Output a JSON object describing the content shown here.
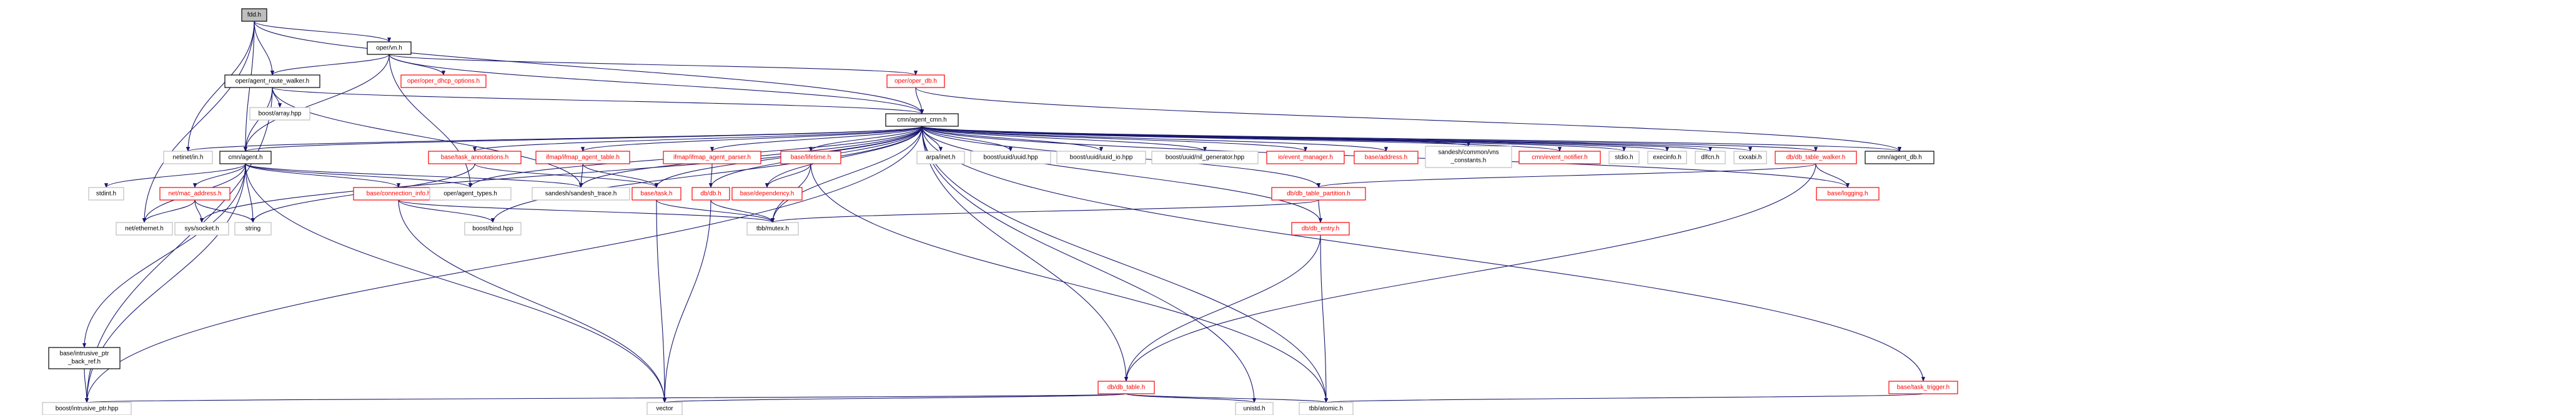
{
  "colors": {
    "edge": "#191970",
    "root_fill": "#bfbfbf",
    "documented_border": "#000000",
    "undocumented_border": "#bfbfbf",
    "red_border": "#ff0000",
    "red_text": "#ff0000",
    "text": "#000000"
  },
  "nodes": [
    {
      "id": "root",
      "label": "fdd.h",
      "style": "root"
    },
    {
      "id": "vn",
      "label": "oper/vn.h",
      "style": "doc"
    },
    {
      "id": "route_walker",
      "label": "oper/agent_route_walker.h",
      "style": "doc"
    },
    {
      "id": "dhcp",
      "label": "oper/oper_dhcp_options.h",
      "style": "red"
    },
    {
      "id": "oper_db",
      "label": "oper/oper_db.h",
      "style": "red"
    },
    {
      "id": "boost_array",
      "label": "boost/array.hpp",
      "style": "ext"
    },
    {
      "id": "cmn_agent_cmn",
      "label": "cmn/agent_cmn.h",
      "style": "doc"
    },
    {
      "id": "netinet_in",
      "label": "netinet/in.h",
      "style": "ext"
    },
    {
      "id": "cmn_agent",
      "label": "cmn/agent.h",
      "style": "doc"
    },
    {
      "id": "task_annotations",
      "label": "base/task_annotations.h",
      "style": "red"
    },
    {
      "id": "ifmap_agent_table",
      "label": "ifmap/ifmap_agent_table.h",
      "style": "red"
    },
    {
      "id": "ifmap_parser",
      "label": "ifmap/ifmap_agent_parser.h",
      "style": "red"
    },
    {
      "id": "lifetime",
      "label": "base/lifetime.h",
      "style": "red"
    },
    {
      "id": "arpa_inet",
      "label": "arpa/inet.h",
      "style": "ext"
    },
    {
      "id": "uuid",
      "label": "boost/uuid/uuid.hpp",
      "style": "ext"
    },
    {
      "id": "uuid_io",
      "label": "boost/uuid/uuid_io.hpp",
      "style": "ext"
    },
    {
      "id": "uuid_gen",
      "label": "boost/uuid/nil_generator.hpp",
      "style": "ext"
    },
    {
      "id": "io_event",
      "label": "io/event_manager.h",
      "style": "red"
    },
    {
      "id": "base_address",
      "label": "base/address.h",
      "style": "red"
    },
    {
      "id": "sandesh_const",
      "label": "sandesh/common/vns_constants.h",
      "style": "ext",
      "lines": [
        "sandesh/common/vns",
        "_constants.h"
      ]
    },
    {
      "id": "event_notifier",
      "label": "cmn/event_notifier.h",
      "style": "red"
    },
    {
      "id": "stdio",
      "label": "stdio.h",
      "style": "ext"
    },
    {
      "id": "execinfo",
      "label": "execinfo.h",
      "style": "ext"
    },
    {
      "id": "dlfcn",
      "label": "dlfcn.h",
      "style": "ext"
    },
    {
      "id": "cxxabi",
      "label": "cxxabi.h",
      "style": "ext"
    },
    {
      "id": "db_walker",
      "label": "db/db_table_walker.h",
      "style": "red"
    },
    {
      "id": "cmn_agent_db",
      "label": "cmn/agent_db.h",
      "style": "doc"
    },
    {
      "id": "stdint",
      "label": "stdint.h",
      "style": "ext"
    },
    {
      "id": "mac_address",
      "label": "net/mac_address.h",
      "style": "red"
    },
    {
      "id": "connection_info",
      "label": "base/connection_info.h",
      "style": "red"
    },
    {
      "id": "agent_types",
      "label": "oper/agent_types.h",
      "style": "ext"
    },
    {
      "id": "sandesh_trace",
      "label": "sandesh/sandesh_trace.h",
      "style": "ext"
    },
    {
      "id": "base_task",
      "label": "base/task.h",
      "style": "red"
    },
    {
      "id": "db_db",
      "label": "db/db.h",
      "style": "red"
    },
    {
      "id": "base_dependency",
      "label": "base/dependency.h",
      "style": "red"
    },
    {
      "id": "db_partition",
      "label": "db/db_table_partition.h",
      "style": "red"
    },
    {
      "id": "base_logging",
      "label": "base/logging.h",
      "style": "red"
    },
    {
      "id": "net_ethernet",
      "label": "net/ethernet.h",
      "style": "ext"
    },
    {
      "id": "sys_socket",
      "label": "sys/socket.h",
      "style": "ext"
    },
    {
      "id": "string",
      "label": "string",
      "style": "ext"
    },
    {
      "id": "boost_bind",
      "label": "boost/bind.hpp",
      "style": "ext"
    },
    {
      "id": "tbb_mutex",
      "label": "tbb/mutex.h",
      "style": "ext"
    },
    {
      "id": "db_entry",
      "label": "db/db_entry.h",
      "style": "red"
    },
    {
      "id": "intrusive_ref",
      "label": "base/intrusive_ptr_back_ref.h",
      "style": "doc",
      "lines": [
        "base/intrusive_ptr",
        "_back_ref.h"
      ]
    },
    {
      "id": "db_table",
      "label": "db/db_table.h",
      "style": "red"
    },
    {
      "id": "task_trigger",
      "label": "base/task_trigger.h",
      "style": "red"
    },
    {
      "id": "intrusive_ptr",
      "label": "boost/intrusive_ptr.hpp",
      "style": "ext"
    },
    {
      "id": "vector",
      "label": "vector",
      "style": "ext"
    },
    {
      "id": "unistd",
      "label": "unistd.h",
      "style": "ext"
    },
    {
      "id": "tbb_atomic",
      "label": "tbb/atomic.h",
      "style": "ext"
    }
  ],
  "edges": [
    [
      "root",
      "vn"
    ],
    [
      "root",
      "route_walker"
    ],
    [
      "root",
      "cmn_agent_cmn"
    ],
    [
      "root",
      "netinet_in"
    ],
    [
      "root",
      "cmn_agent"
    ],
    [
      "root",
      "net_ethernet"
    ],
    [
      "vn",
      "route_walker"
    ],
    [
      "vn",
      "dhcp"
    ],
    [
      "vn",
      "oper_db"
    ],
    [
      "vn",
      "cmn_agent_cmn"
    ],
    [
      "vn",
      "cmn_agent"
    ],
    [
      "vn",
      "agent_types"
    ],
    [
      "route_walker",
      "boost_array"
    ],
    [
      "route_walker",
      "cmn_agent_cmn"
    ],
    [
      "route_walker",
      "cmn_agent"
    ],
    [
      "route_walker",
      "sandesh_trace"
    ],
    [
      "route_walker",
      "intrusive_ptr"
    ],
    [
      "oper_db",
      "cmn_agent_cmn"
    ],
    [
      "oper_db",
      "cmn_agent_db"
    ],
    [
      "cmn_agent_cmn",
      "netinet_in"
    ],
    [
      "cmn_agent_cmn",
      "cmn_agent"
    ],
    [
      "cmn_agent_cmn",
      "task_annotations"
    ],
    [
      "cmn_agent_cmn",
      "ifmap_agent_table"
    ],
    [
      "cmn_agent_cmn",
      "ifmap_parser"
    ],
    [
      "cmn_agent_cmn",
      "lifetime"
    ],
    [
      "cmn_agent_cmn",
      "arpa_inet"
    ],
    [
      "cmn_agent_cmn",
      "uuid"
    ],
    [
      "cmn_agent_cmn",
      "uuid_io"
    ],
    [
      "cmn_agent_cmn",
      "uuid_gen"
    ],
    [
      "cmn_agent_cmn",
      "io_event"
    ],
    [
      "cmn_agent_cmn",
      "base_address"
    ],
    [
      "cmn_agent_cmn",
      "sandesh_const"
    ],
    [
      "cmn_agent_cmn",
      "event_notifier"
    ],
    [
      "cmn_agent_cmn",
      "stdio"
    ],
    [
      "cmn_agent_cmn",
      "execinfo"
    ],
    [
      "cmn_agent_cmn",
      "dlfcn"
    ],
    [
      "cmn_agent_cmn",
      "cxxabi"
    ],
    [
      "cmn_agent_cmn",
      "db_walker"
    ],
    [
      "cmn_agent_cmn",
      "cmn_agent_db"
    ],
    [
      "cmn_agent_cmn",
      "base_task"
    ],
    [
      "cmn_agent_cmn",
      "db_db"
    ],
    [
      "cmn_agent_cmn",
      "base_dependency"
    ],
    [
      "cmn_agent_cmn",
      "db_partition"
    ],
    [
      "cmn_agent_cmn",
      "db_entry"
    ],
    [
      "cmn_agent_cmn",
      "db_table"
    ],
    [
      "cmn_agent_cmn",
      "task_trigger"
    ],
    [
      "cmn_agent_cmn",
      "base_logging"
    ],
    [
      "cmn_agent_cmn",
      "tbb_mutex"
    ],
    [
      "cmn_agent_cmn",
      "tbb_atomic"
    ],
    [
      "cmn_agent_cmn",
      "sandesh_trace"
    ],
    [
      "cmn_agent_cmn",
      "agent_types"
    ],
    [
      "cmn_agent_cmn",
      "sys_socket"
    ],
    [
      "cmn_agent_cmn",
      "boost_bind"
    ],
    [
      "cmn_agent_cmn",
      "intrusive_ptr"
    ],
    [
      "cmn_agent_cmn",
      "unistd"
    ],
    [
      "cmn_agent",
      "stdint"
    ],
    [
      "cmn_agent",
      "mac_address"
    ],
    [
      "cmn_agent",
      "connection_info"
    ],
    [
      "cmn_agent",
      "agent_types"
    ],
    [
      "cmn_agent",
      "sandesh_trace"
    ],
    [
      "cmn_agent",
      "net_ethernet"
    ],
    [
      "cmn_agent",
      "string"
    ],
    [
      "cmn_agent",
      "intrusive_ref"
    ],
    [
      "cmn_agent",
      "intrusive_ptr"
    ],
    [
      "cmn_agent",
      "vector"
    ],
    [
      "task_annotations",
      "base_task"
    ],
    [
      "task_annotations",
      "string"
    ],
    [
      "ifmap_agent_table",
      "base_task"
    ],
    [
      "ifmap_agent_table",
      "sandesh_trace"
    ],
    [
      "ifmap_parser",
      "db_db"
    ],
    [
      "lifetime",
      "base_dependency"
    ],
    [
      "lifetime",
      "tbb_mutex"
    ],
    [
      "lifetime",
      "tbb_atomic"
    ],
    [
      "mac_address",
      "net_ethernet"
    ],
    [
      "mac_address",
      "sys_socket"
    ],
    [
      "mac_address",
      "string"
    ],
    [
      "connection_info",
      "boost_bind"
    ],
    [
      "connection_info",
      "tbb_mutex"
    ],
    [
      "connection_info",
      "vector"
    ],
    [
      "base_task",
      "tbb_mutex"
    ],
    [
      "base_task",
      "vector"
    ],
    [
      "db_db",
      "tbb_mutex"
    ],
    [
      "db_db",
      "vector"
    ],
    [
      "db_walker",
      "db_partition"
    ],
    [
      "db_walker",
      "base_logging"
    ],
    [
      "db_walker",
      "db_table"
    ],
    [
      "db_partition",
      "tbb_mutex"
    ],
    [
      "db_partition",
      "db_entry"
    ],
    [
      "db_entry",
      "db_table"
    ],
    [
      "db_entry",
      "tbb_atomic"
    ],
    [
      "db_table",
      "intrusive_ptr"
    ],
    [
      "db_table",
      "vector"
    ],
    [
      "db_table",
      "unistd"
    ],
    [
      "db_table",
      "tbb_atomic"
    ],
    [
      "task_trigger",
      "tbb_atomic"
    ],
    [
      "intrusive_ref",
      "intrusive_ptr"
    ]
  ]
}
